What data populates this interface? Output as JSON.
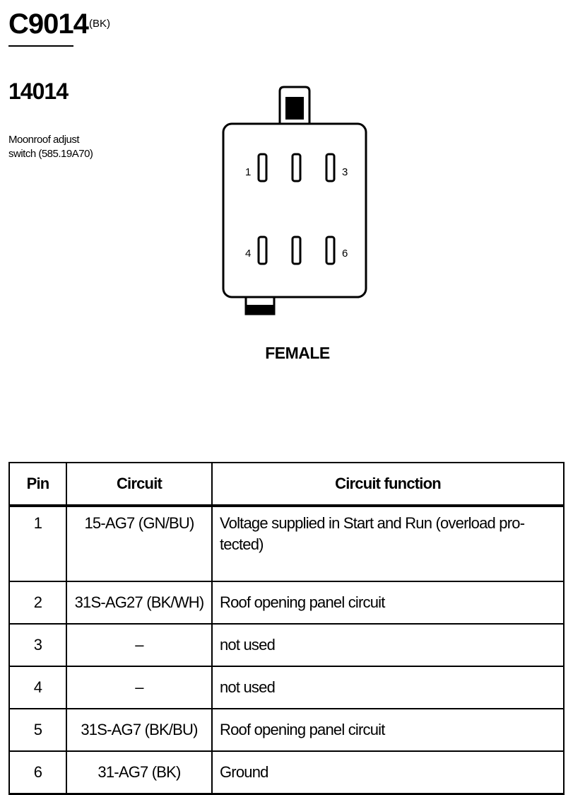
{
  "connector": {
    "id": "C9014",
    "color": "(BK)",
    "part_number": "14014",
    "description_line1": "Moonroof adjust",
    "description_line2": "switch (585.19A70)",
    "gender": "FEMALE",
    "pin_labels": [
      "1",
      "3",
      "4",
      "6"
    ]
  },
  "table": {
    "headers": {
      "pin": "Pin",
      "circuit": "Circuit",
      "function": "Circuit function"
    },
    "rows": [
      {
        "pin": "1",
        "circuit": "15-AG7 (GN/BU)",
        "function": "Voltage supplied in Start and Run (overload pro-",
        "function_cont": "tected)"
      },
      {
        "pin": "2",
        "circuit": "31S-AG27 (BK/WH)",
        "function": "Roof opening panel circuit"
      },
      {
        "pin": "3",
        "circuit": "–",
        "function": "not used"
      },
      {
        "pin": "4",
        "circuit": "–",
        "function": "not used"
      },
      {
        "pin": "5",
        "circuit": "31S-AG7 (BK/BU)",
        "function": "Roof opening panel circuit"
      },
      {
        "pin": "6",
        "circuit": "31-AG7 (BK)",
        "function": "Ground"
      }
    ]
  }
}
